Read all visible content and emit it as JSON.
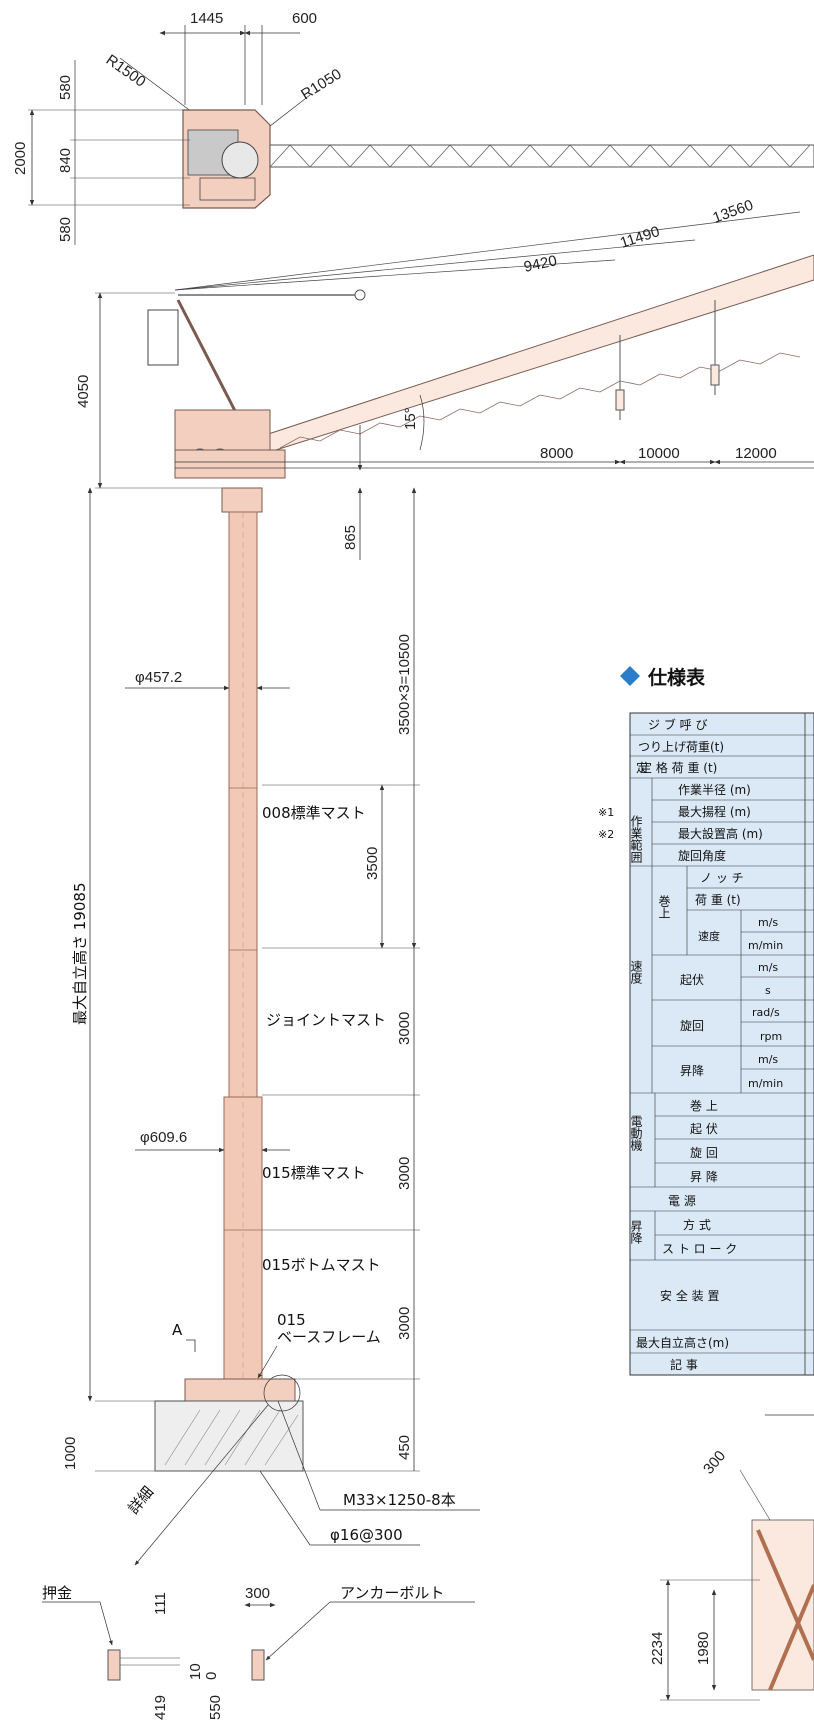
{
  "plan_view": {
    "dims": [
      "1445",
      "600",
      "R1500",
      "R1050",
      "580",
      "840",
      "580",
      "2000"
    ]
  },
  "elevation": {
    "radius_dims": [
      "9420",
      "11490",
      "13560"
    ],
    "span_dims": [
      "8000",
      "10000",
      "12000"
    ],
    "angle": "15°",
    "heights": [
      "4050",
      "865",
      "3500×3=10500",
      "3500",
      "3000",
      "3000",
      "3000",
      "1000",
      "450"
    ],
    "total_height_label": "最大自立高さ 19085",
    "diameters": [
      "φ457.2",
      "φ609.6"
    ],
    "mast_labels": [
      "008標準マスト",
      "ジョイントマスト",
      "015標準マスト",
      "015ボトムマスト",
      "015",
      "ベースフレーム"
    ],
    "section_mark": "A",
    "foundation_labels": [
      "M33×1250-8本",
      "φ16@300"
    ],
    "detail_label": "詳細"
  },
  "detail": {
    "labels": [
      "押金",
      "アンカーボルト"
    ],
    "dims": [
      "300",
      "111",
      "10",
      "0",
      "419",
      "550"
    ]
  },
  "spec_table": {
    "title": "仕様表",
    "rows": [
      "ジ ブ 呼 び",
      "つり上げ荷重(t)",
      "定 格 荷 重 (t)",
      "作業半径 (m)",
      "最大揚程 (m)",
      "最大設置高 (m)",
      "旋回角度",
      "ノ ッ チ",
      "荷 重 (t)",
      "m/s",
      "m/min",
      "m/s",
      "s",
      "rad/s",
      "rpm",
      "m/s",
      "m/min",
      "巻 上",
      "起 伏",
      "旋 回",
      "昇 降",
      "電 源",
      "方 式",
      "ス ト ロ ー ク",
      "安 全 装 置",
      "最大自立高さ(m)",
      "記 事"
    ],
    "group_labels": [
      "定",
      "作業範囲",
      "速度",
      "巻上",
      "速度",
      "起伏",
      "旋回",
      "昇降",
      "電動機",
      "昇降"
    ],
    "notes": [
      "※1",
      "※2"
    ]
  },
  "bottom_right": {
    "dims": [
      "300",
      "2234",
      "1980"
    ]
  },
  "colors": {
    "mast": "#f1c9b6",
    "mast_edge": "#9a6a58",
    "table_header": "#dbe9f6",
    "accent": "#2a7dc8"
  }
}
